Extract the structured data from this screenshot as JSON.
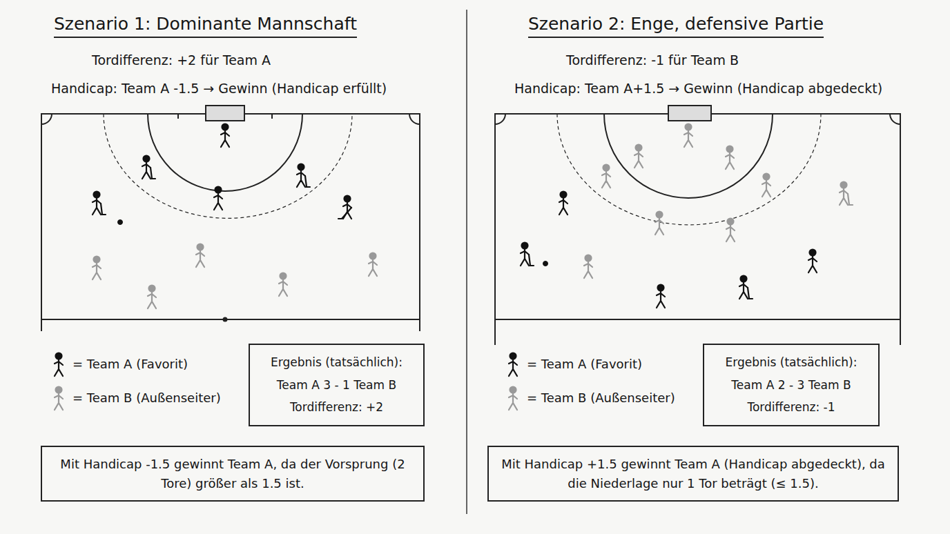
{
  "diagram": {
    "nodes": [
      {
        "text": [
          "Ergebnis (tatsächlich):",
          "Team A 3 - 1 Team B",
          "Tordifferenz: +2"
        ]
      },
      {
        "text": [
          "Mit Handicap -1.5 gewinnt Team A, da der Vorsprung (2 Tore) größer als 1.5 ist."
        ]
      },
      {
        "text": [
          "Ergebnis (tatsächlich):",
          "Team A 2 - 3 Team B",
          "Tordifferenz: -1"
        ]
      },
      {
        "text": [
          "Mit Handicap +1.5 gewinnt Team A (Handicap abgedeckt), da die Niederlage nur 1 Tor beträgt (≤ 1.5)."
        ]
      }
    ],
    "labels": [
      "Szenario 1: Dominante Mannschaft",
      "Tordifferenz: +2 für Team A",
      "Handicap: Team A -1.5 → Gewinn (Handicap erfüllt)",
      "Szenario 2: Enge, defensive Partie",
      "Tordifferenz: -1 für Team B",
      "Handicap: Team A+1.5 → Gewinn (Handicap abgedeckt)"
    ],
    "legend": [
      {
        "text": "= Team A (Favorit)"
      },
      {
        "text": "= Team B (Außenseiter)"
      },
      {
        "text": "= Team A (Favorit)"
      },
      {
        "text": "= Team B (Außenseiter)"
      }
    ]
  }
}
